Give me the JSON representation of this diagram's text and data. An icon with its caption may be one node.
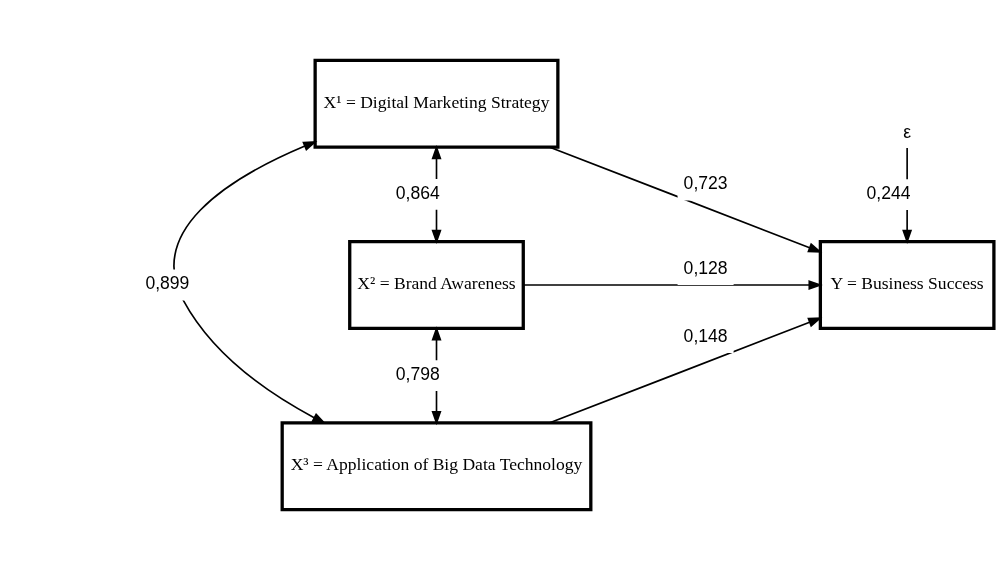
{
  "diagram": {
    "nodes": [
      {
        "text": [
          "X¹ = Digital Marketing Strategy"
        ]
      },
      {
        "text": [
          "X² = Brand Awareness"
        ]
      },
      {
        "text": [
          "X³ = Application of Big Data Technology"
        ]
      },
      {
        "text": [
          "Y = Business Success"
        ]
      },
      {
        "text": [
          "ε"
        ]
      }
    ],
    "edges": [
      {
        "from": 0,
        "to": 3,
        "arrow": "to",
        "label": "0,723"
      },
      {
        "from": 1,
        "to": 3,
        "arrow": "to",
        "label": "0,128"
      },
      {
        "from": 2,
        "to": 3,
        "arrow": "to",
        "label": "0,148"
      },
      {
        "from": 4,
        "to": 3,
        "arrow": "to",
        "label": "0,244"
      },
      {
        "from": 0,
        "to": 1,
        "arrow": "both",
        "label": "0,864"
      },
      {
        "from": 1,
        "to": 2,
        "arrow": "both",
        "label": "0,798"
      },
      {
        "from": 0,
        "to": 2,
        "arrow": "both",
        "label": "0,899"
      }
    ]
  }
}
